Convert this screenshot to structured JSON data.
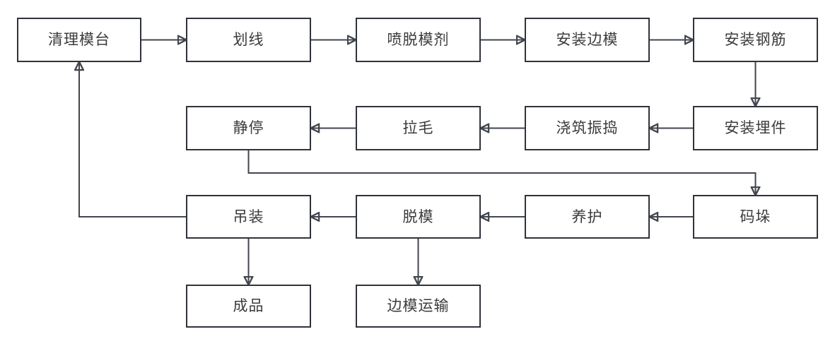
{
  "diagram": {
    "type": "flowchart",
    "background_color": "#ffffff",
    "node_border_color": "#2f333b",
    "node_fill_color": "#ffffff",
    "node_text_color": "#3b3b3b",
    "connector_color": "#42464d",
    "nodes": [
      {
        "id": "clean-mold-table",
        "label": "清理模台",
        "col": 0,
        "row": 0
      },
      {
        "id": "marking",
        "label": "划线",
        "col": 1,
        "row": 0
      },
      {
        "id": "spray-release-agent",
        "label": "喷脱模剂",
        "col": 2,
        "row": 0
      },
      {
        "id": "install-side-forms",
        "label": "安装边模",
        "col": 3,
        "row": 0
      },
      {
        "id": "install-rebar",
        "label": "安装钢筋",
        "col": 4,
        "row": 0
      },
      {
        "id": "resting",
        "label": "静停",
        "col": 1,
        "row": 1
      },
      {
        "id": "roughening",
        "label": "拉毛",
        "col": 2,
        "row": 1
      },
      {
        "id": "pouring-vibrating",
        "label": "浇筑振捣",
        "col": 3,
        "row": 1
      },
      {
        "id": "install-embedded-parts",
        "label": "安装埋件",
        "col": 4,
        "row": 1
      },
      {
        "id": "hoisting",
        "label": "吊装",
        "col": 1,
        "row": 2
      },
      {
        "id": "demolding",
        "label": "脱模",
        "col": 2,
        "row": 2
      },
      {
        "id": "curing",
        "label": "养护",
        "col": 3,
        "row": 2
      },
      {
        "id": "stacking",
        "label": "码垛",
        "col": 4,
        "row": 2
      },
      {
        "id": "finished-product",
        "label": "成品",
        "col": 1,
        "row": 3
      },
      {
        "id": "side-form-transport",
        "label": "边模运输",
        "col": 2,
        "row": 3
      }
    ],
    "edges": [
      {
        "from": "clean-mold-table",
        "to": "marking",
        "route": "right"
      },
      {
        "from": "marking",
        "to": "spray-release-agent",
        "route": "right"
      },
      {
        "from": "spray-release-agent",
        "to": "install-side-forms",
        "route": "right"
      },
      {
        "from": "install-side-forms",
        "to": "install-rebar",
        "route": "right"
      },
      {
        "from": "install-rebar",
        "to": "install-embedded-parts",
        "route": "down"
      },
      {
        "from": "install-embedded-parts",
        "to": "pouring-vibrating",
        "route": "left"
      },
      {
        "from": "pouring-vibrating",
        "to": "roughening",
        "route": "left"
      },
      {
        "from": "roughening",
        "to": "resting",
        "route": "left"
      },
      {
        "from": "resting",
        "to": "stacking",
        "route": "down-right-down"
      },
      {
        "from": "stacking",
        "to": "curing",
        "route": "left"
      },
      {
        "from": "curing",
        "to": "demolding",
        "route": "left"
      },
      {
        "from": "demolding",
        "to": "hoisting",
        "route": "left"
      },
      {
        "from": "hoisting",
        "to": "clean-mold-table",
        "route": "left-up"
      },
      {
        "from": "hoisting",
        "to": "finished-product",
        "route": "down"
      },
      {
        "from": "demolding",
        "to": "side-form-transport",
        "route": "down"
      }
    ]
  }
}
